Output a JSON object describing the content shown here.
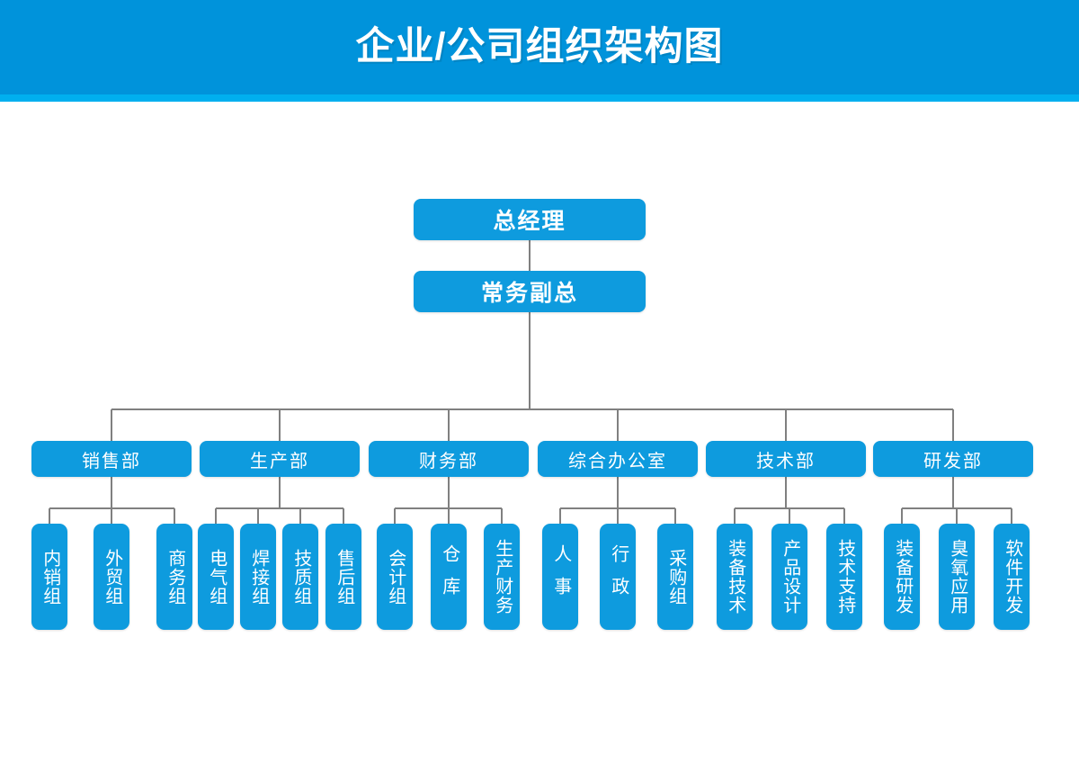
{
  "header": {
    "title": "企业/公司组织架构图",
    "banner_color": "#0093DB",
    "strip_color": "#00AFEF"
  },
  "theme": {
    "node_color": "#0E9BDE",
    "node_text_color": "#FFFFFF",
    "connector_color": "#808080",
    "background": "#FFFFFF"
  },
  "chart_data": {
    "type": "org-chart",
    "title": "企业/公司组织架构图",
    "root": {
      "label": "总经理",
      "children": [
        {
          "label": "常务副总",
          "children": [
            {
              "label": "销售部",
              "children": [
                {
                  "label": "内销组"
                },
                {
                  "label": "外贸组"
                },
                {
                  "label": "商务组"
                }
              ]
            },
            {
              "label": "生产部",
              "children": [
                {
                  "label": "电气组"
                },
                {
                  "label": "焊接组"
                },
                {
                  "label": "技质组"
                },
                {
                  "label": "售后组"
                }
              ]
            },
            {
              "label": "财务部",
              "children": [
                {
                  "label": "会计组"
                },
                {
                  "label": "仓库"
                },
                {
                  "label": "生产财务"
                }
              ]
            },
            {
              "label": "综合办公室",
              "children": [
                {
                  "label": "人事"
                },
                {
                  "label": "行政"
                },
                {
                  "label": "采购组"
                }
              ]
            },
            {
              "label": "技术部",
              "children": [
                {
                  "label": "装备技术"
                },
                {
                  "label": "产品设计"
                },
                {
                  "label": "技术支持"
                }
              ]
            },
            {
              "label": "研发部",
              "children": [
                {
                  "label": "装备研发"
                },
                {
                  "label": "臭氧应用"
                },
                {
                  "label": "软件开发"
                }
              ]
            }
          ]
        }
      ]
    },
    "levels": [
      {
        "name": "executive",
        "labels": [
          "总经理",
          "常务副总"
        ]
      },
      {
        "name": "department",
        "labels": [
          "销售部",
          "生产部",
          "财务部",
          "综合办公室",
          "技术部",
          "研发部"
        ]
      },
      {
        "name": "team",
        "labels": [
          "内销组",
          "外贸组",
          "商务组",
          "电气组",
          "焊接组",
          "技质组",
          "售后组",
          "会计组",
          "仓库",
          "生产财务",
          "人事",
          "行政",
          "采购组",
          "装备技术",
          "产品设计",
          "技术支持",
          "装备研发",
          "臭氧应用",
          "软件开发"
        ]
      }
    ]
  },
  "nodes": {
    "gm": "总经理",
    "evp": "常务副总",
    "dept": {
      "sales": "销售部",
      "production": "生产部",
      "finance": "财务部",
      "office": "综合办公室",
      "tech": "技术部",
      "rd": "研发部"
    },
    "teams": {
      "sales": [
        "内销组",
        "外贸组",
        "商务组"
      ],
      "production": [
        "电气组",
        "焊接组",
        "技质组",
        "售后组"
      ],
      "finance": [
        "会计组",
        "仓库",
        "生产财务"
      ],
      "office": [
        "人事",
        "行政",
        "采购组"
      ],
      "tech": [
        "装备技术",
        "产品设计",
        "技术支持"
      ],
      "rd": [
        "装备研发",
        "臭氧应用",
        "软件开发"
      ]
    }
  }
}
